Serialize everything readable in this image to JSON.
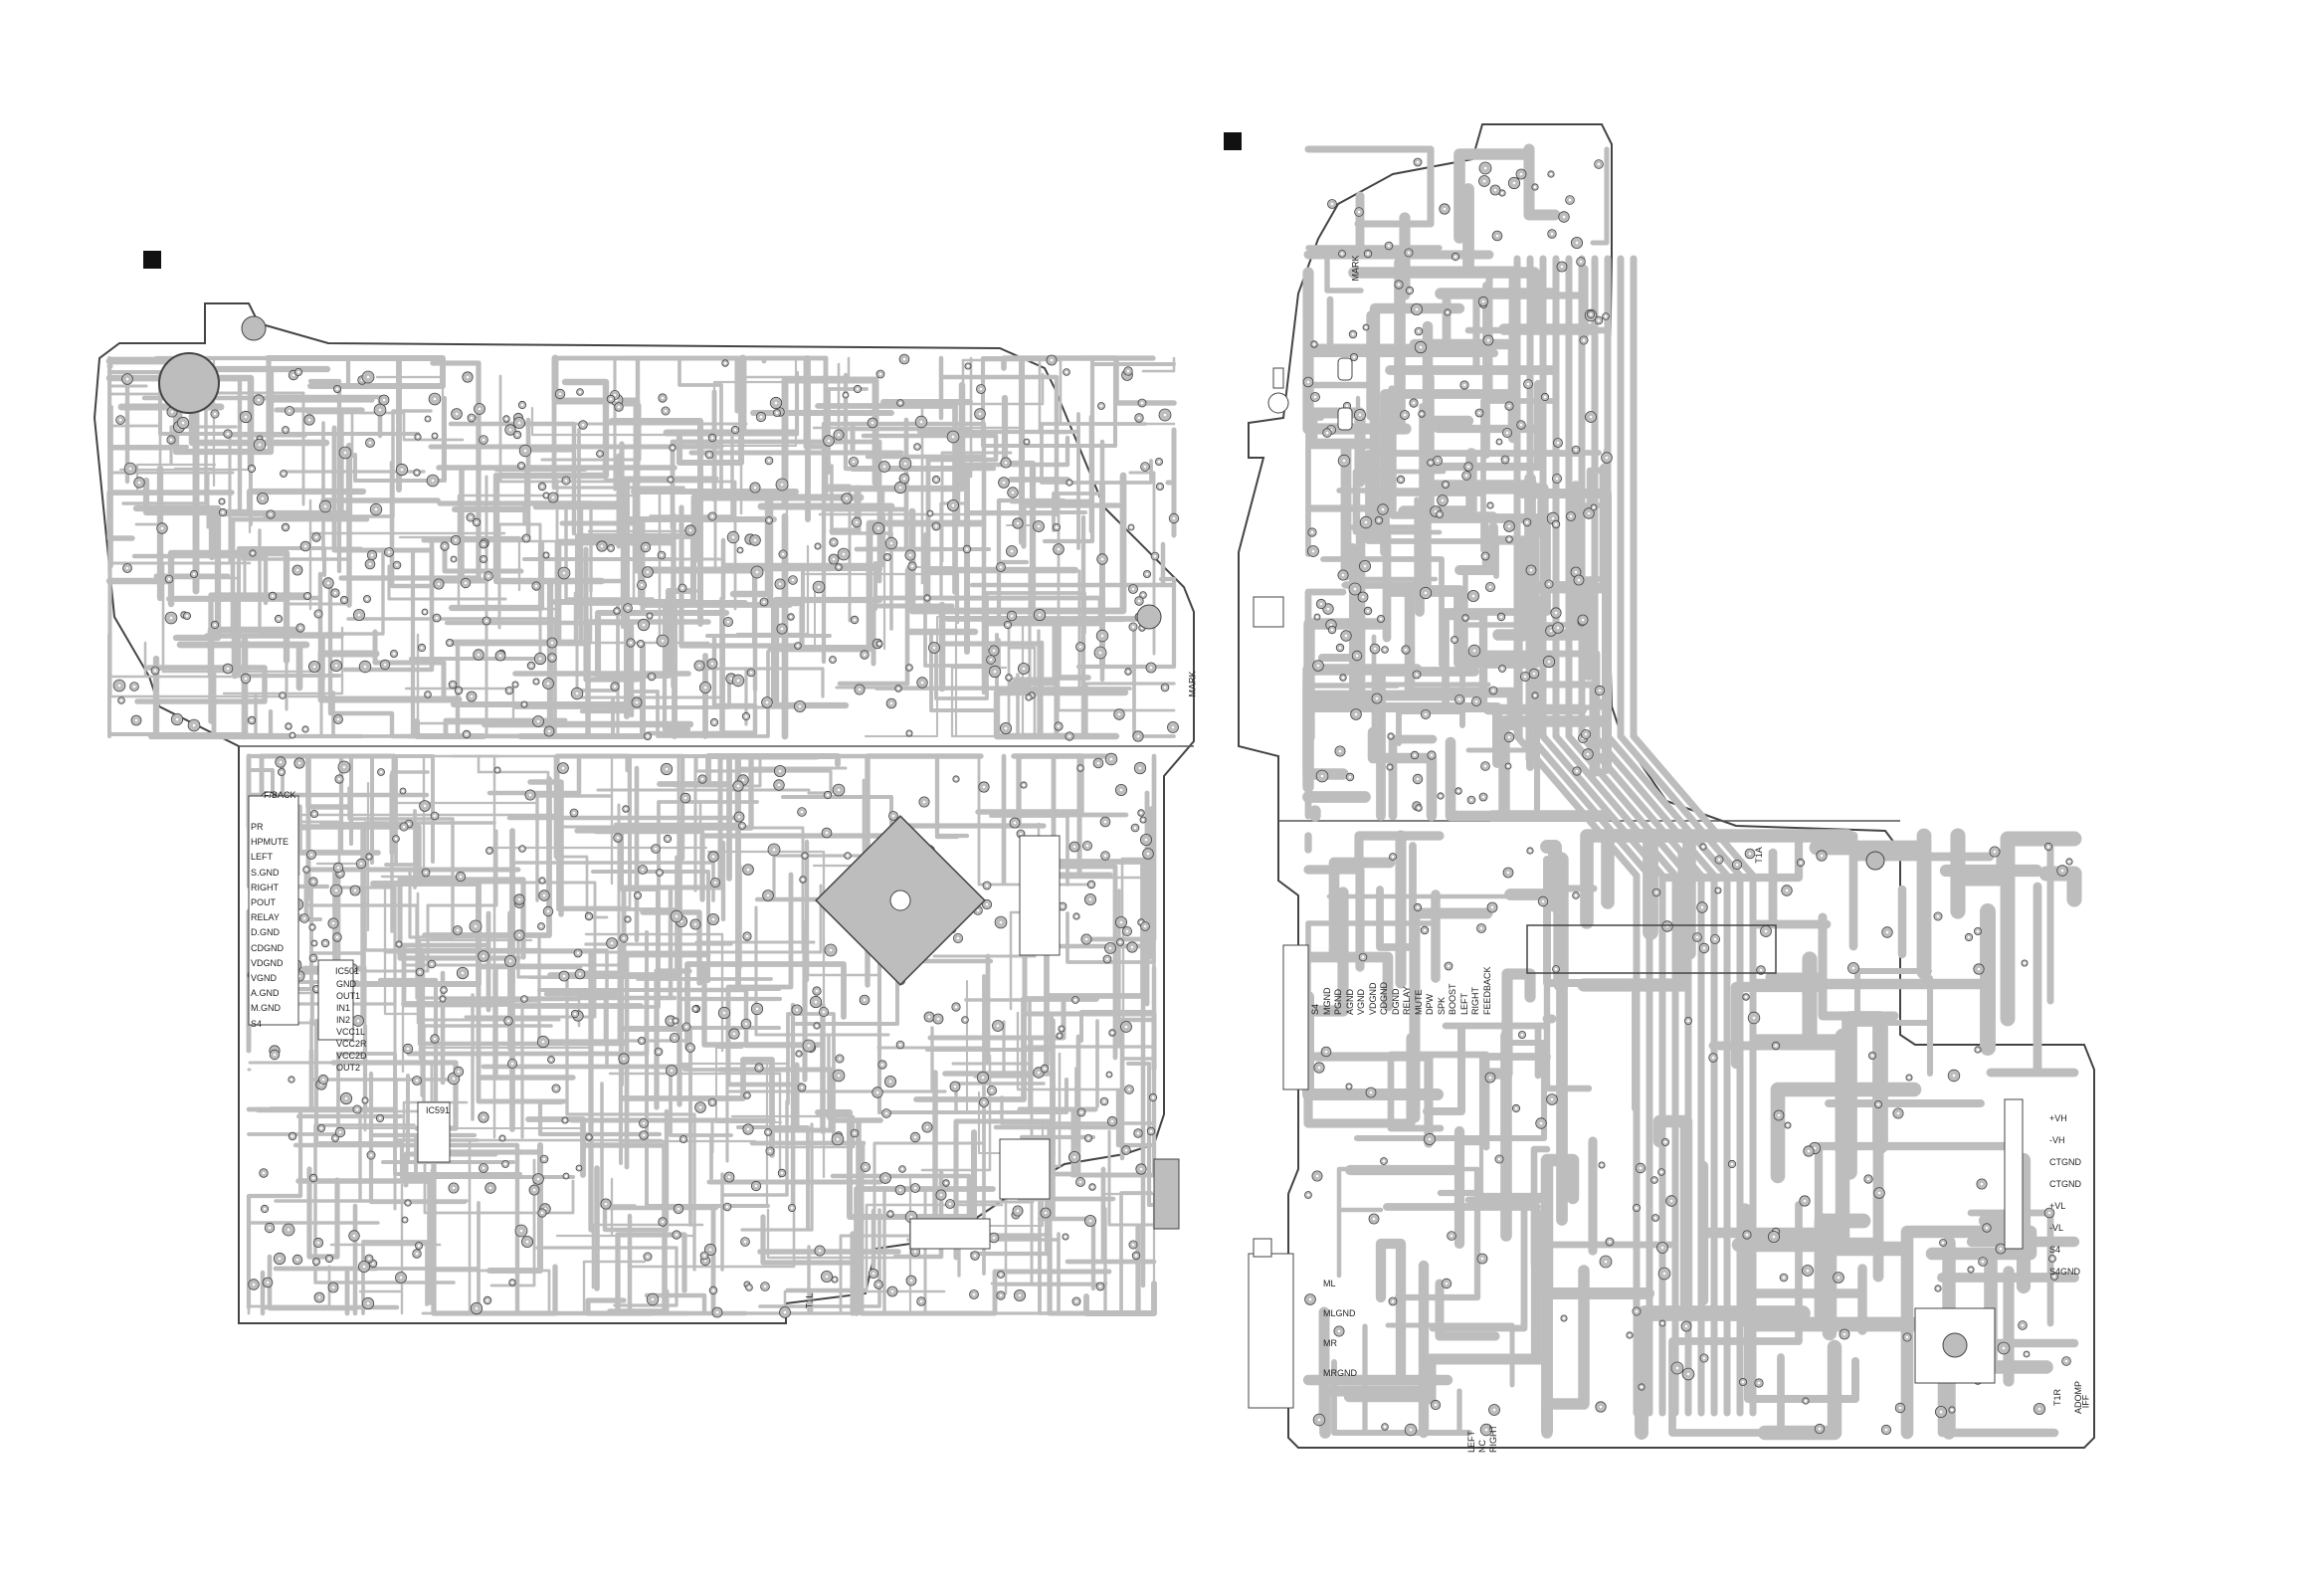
{
  "left_board": {
    "header_labels": [
      "F/BACK"
    ],
    "connector_labels": [
      "PR",
      "HPMUTE",
      "LEFT",
      "S.GND",
      "RIGHT",
      "POUT",
      "RELAY",
      "D.GND",
      "CDGND",
      "VDGND",
      "VGND",
      "A.GND",
      "M.GND",
      "S4"
    ],
    "ic_labels": [
      "IC591",
      "IC501",
      "MARK"
    ],
    "ic_block_labels": [
      "GND",
      "OUT1",
      "IN1",
      "IN2",
      "VCC1L",
      "VCC2R",
      "VCC2D",
      "OUT2"
    ],
    "corner_label": "T1L"
  },
  "right_board": {
    "connector_labels": [
      "S4",
      "MGND",
      "PGND",
      "AGND",
      "VGND",
      "VDGND",
      "CDGND",
      "DGND",
      "RELAY",
      "MUTE",
      "DPW",
      "SPK",
      "BOOST",
      "LEFT",
      "RIGHT",
      "FEEDBACK"
    ],
    "power_labels": [
      "+VH",
      "-VH",
      "CTGND",
      "CTGND",
      "+VL",
      "-VL",
      "S4",
      "S4GND"
    ],
    "speaker_labels": [
      "ML",
      "MLGND",
      "MR",
      "MRGND"
    ],
    "bottom_labels": [
      "LEFT",
      "NC",
      "RIGHT"
    ],
    "corner_labels": [
      "T1A",
      "T1R",
      "ADOMP",
      "IFF"
    ],
    "mark_label": "MARK"
  },
  "colors": {
    "trace": "#bdbdbd",
    "outline": "#444444",
    "pad_hole": "#ffffff",
    "mark": "#111111"
  }
}
